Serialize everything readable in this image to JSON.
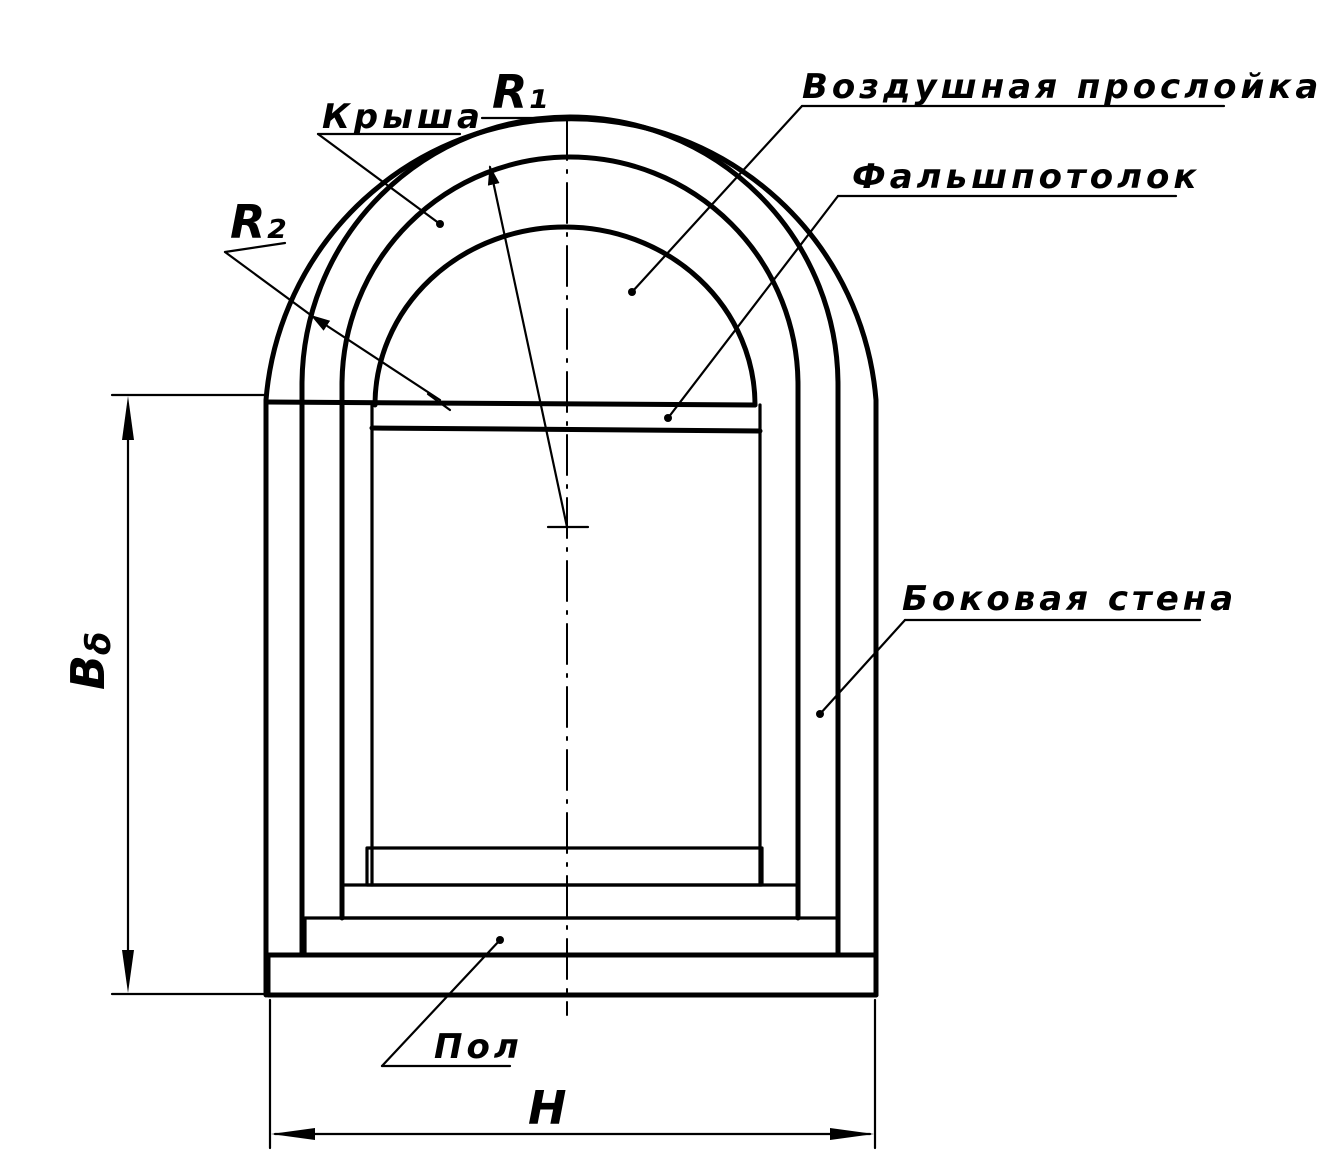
{
  "labels": {
    "roof": "Крыша",
    "air_gap": "Воздушная прослойка",
    "false_ceiling": "Фальшпотолок",
    "side_wall": "Боковая стена",
    "floor": "Пол",
    "radius_1": "R₁",
    "radius_2": "R₂",
    "height_dim": "B",
    "height_dim_sub": "δ",
    "width_dim": "H"
  }
}
